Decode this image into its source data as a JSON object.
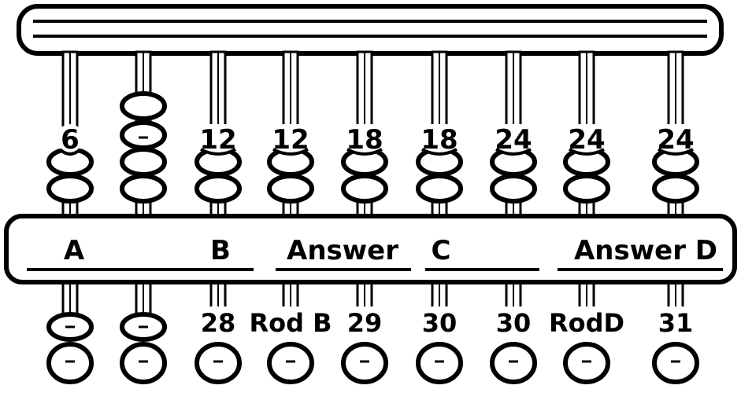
{
  "rods": [
    {
      "upper_label": "6",
      "lower_label": ""
    },
    {
      "upper_label": "",
      "lower_label": ""
    },
    {
      "upper_label": "12",
      "lower_label": "28"
    },
    {
      "upper_label": "12",
      "lower_label": "Rod B"
    },
    {
      "upper_label": "18",
      "lower_label": "29"
    },
    {
      "upper_label": "18",
      "lower_label": "30"
    },
    {
      "upper_label": "24",
      "lower_label": "30"
    },
    {
      "upper_label": "24",
      "lower_label": "RodD"
    },
    {
      "upper_label": "24",
      "lower_label": "31"
    }
  ],
  "beam_labels": [
    "A",
    "B",
    "Answer",
    "C",
    "Answer D"
  ],
  "colors": {
    "ink": "#000000",
    "paper": "#ffffff"
  }
}
